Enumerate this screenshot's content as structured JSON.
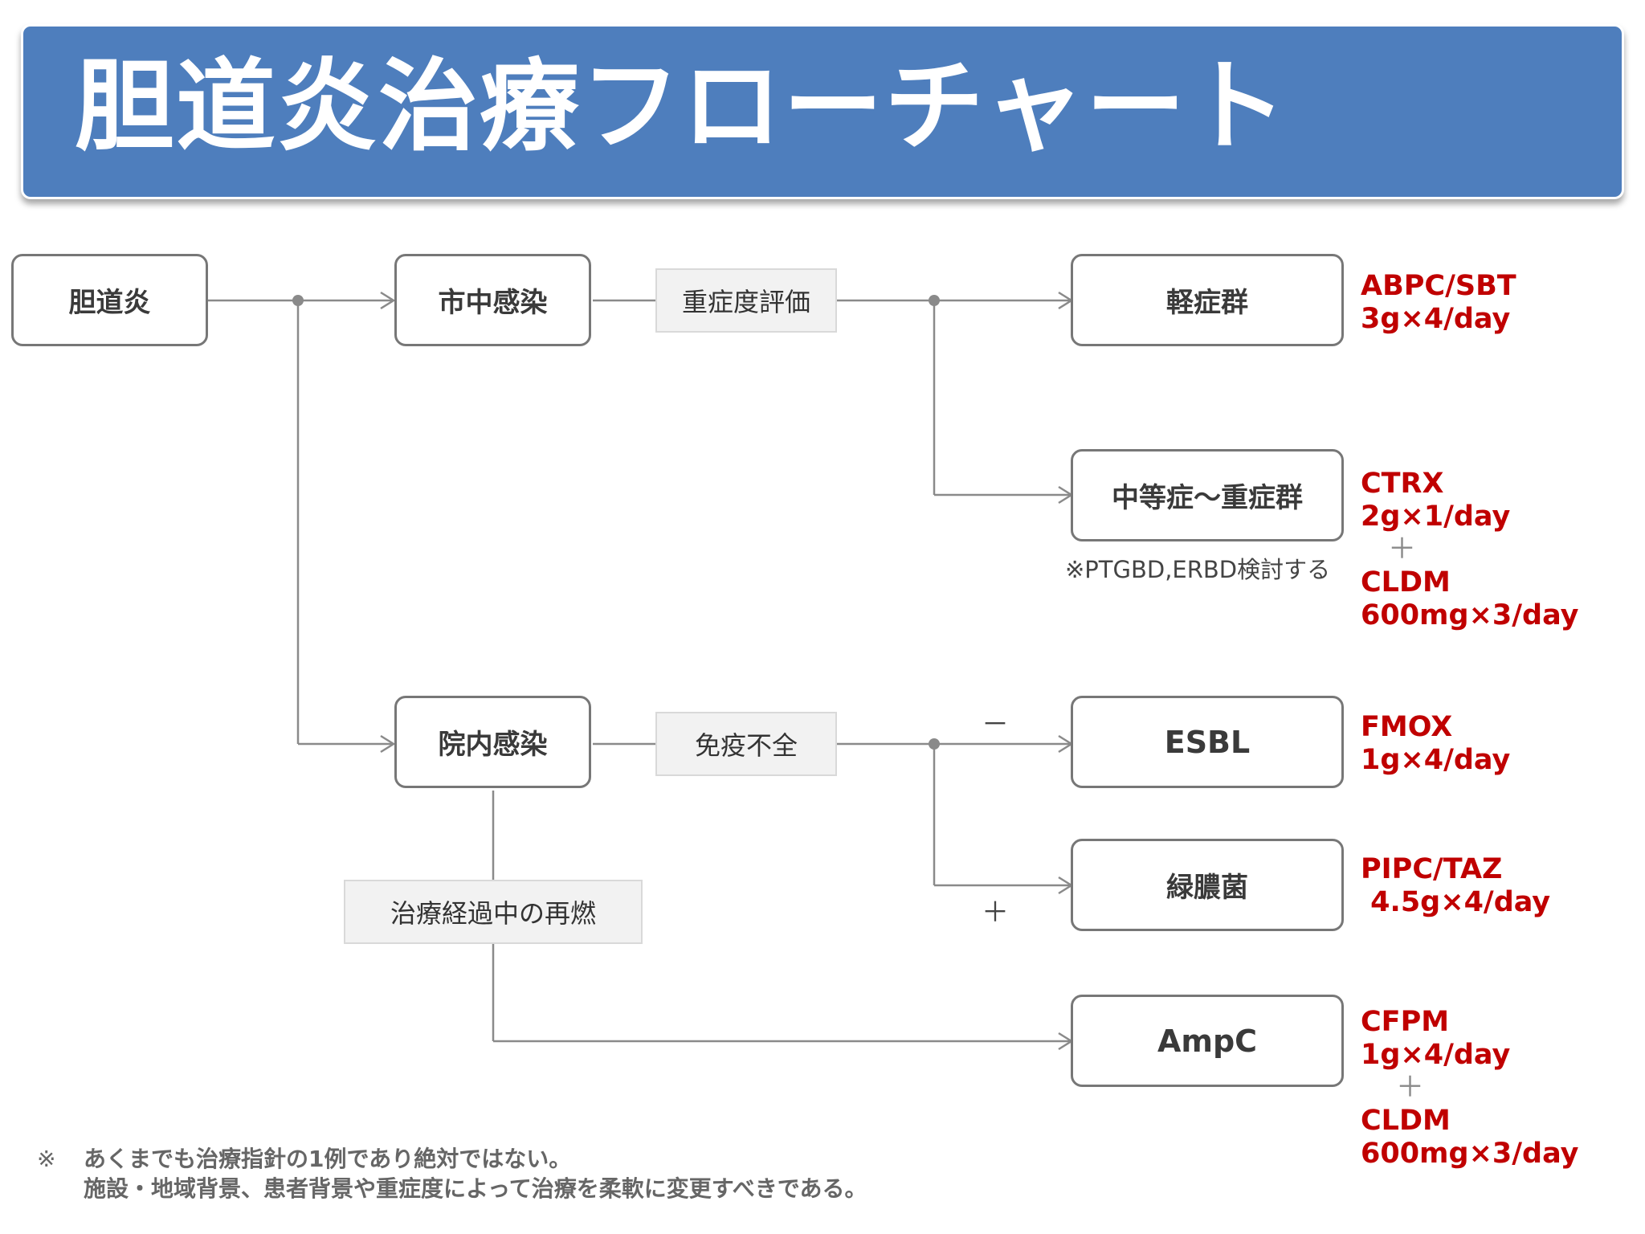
{
  "header": {
    "title": "胆道炎治療フローチャート"
  },
  "nodes": {
    "cholangitis": "胆道炎",
    "community": "市中感染",
    "hospital": "院内感染",
    "mild": "軽症群",
    "moderate_severe": "中等症〜重症群",
    "esbl": "ESBL",
    "pseudomonas": "緑膿菌",
    "ampc": "AmpC"
  },
  "labels": {
    "severity": "重症度評価",
    "immunodeficiency": "免疫不全",
    "relapse": "治療経過中の再燃"
  },
  "signs": {
    "minus": "－",
    "plus": "＋"
  },
  "notes": {
    "ptgbd": "※PTGBD,ERBD検討する"
  },
  "drugs": {
    "mild": {
      "name": "ABPC/SBT",
      "dose": "3g×4/day"
    },
    "moderate": {
      "name1": "CTRX",
      "dose1": "2g×1/day",
      "plus": "＋",
      "name2": "CLDM",
      "dose2": "600mg×3/day"
    },
    "esbl": {
      "name": "FMOX",
      "dose": "1g×4/day"
    },
    "pseudomonas": {
      "name": "PIPC/TAZ",
      "dose": " 4.5g×4/day"
    },
    "ampc": {
      "name1": "CFPM",
      "dose1": "1g×4/day",
      "plus": "＋",
      "name2": "CLDM",
      "dose2": "600mg×3/day"
    }
  },
  "footnote": {
    "mark": "※",
    "line1": "あくまでも治療指針の1例であり絶対ではない。",
    "line2": "施設・地域背景、患者背景や重症度によって治療を柔軟に変更すべきである。"
  },
  "colors": {
    "header": "#4e7ebd",
    "drug": "#c00000",
    "line": "#777777"
  }
}
